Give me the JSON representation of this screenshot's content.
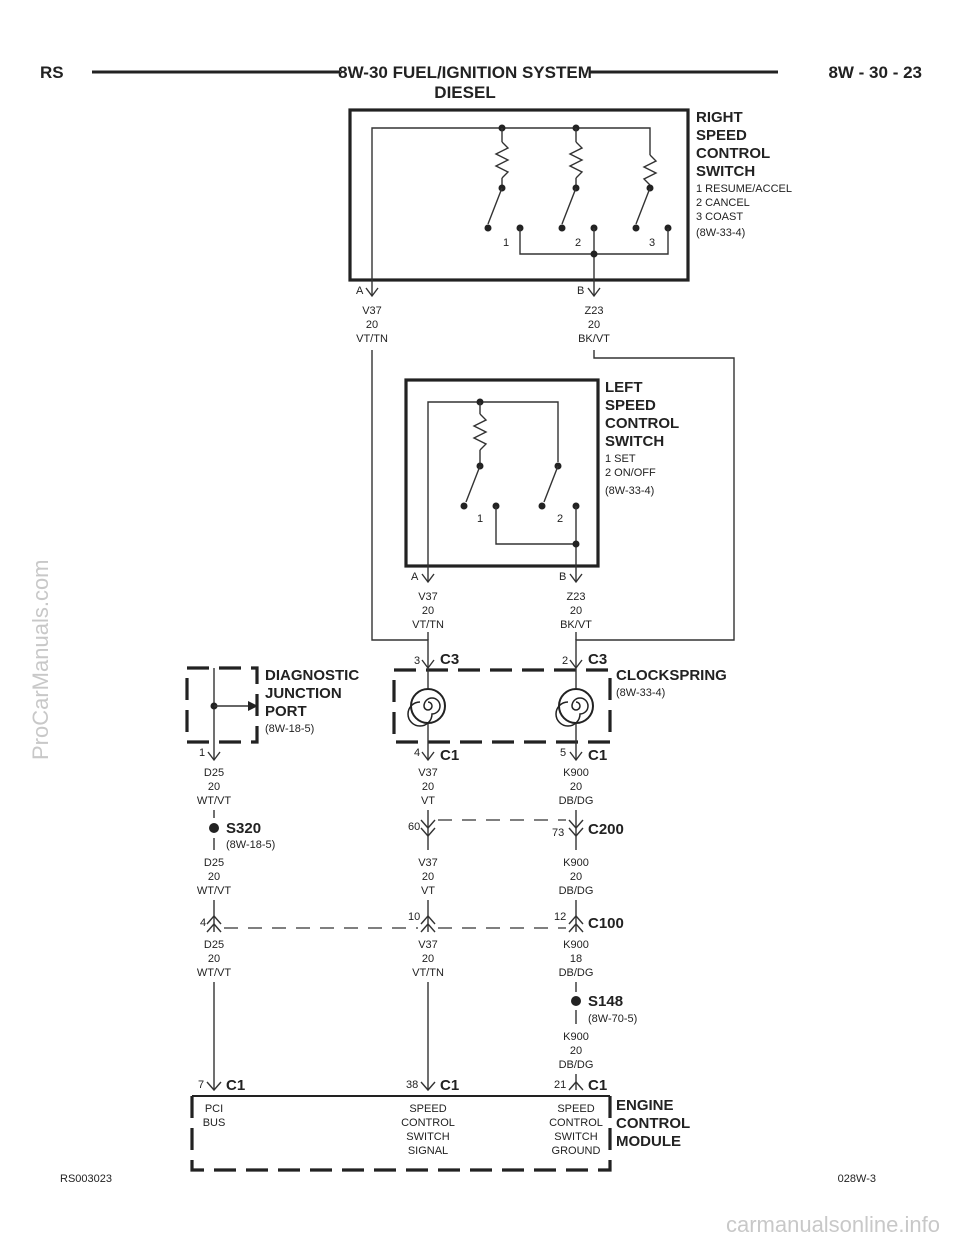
{
  "header": {
    "left": "RS",
    "title_line1": "8W-30 FUEL/IGNITION SYSTEM",
    "title_line2": "DIESEL",
    "right": "8W - 30 - 23"
  },
  "right_switch": {
    "name_lines": [
      "RIGHT",
      "SPEED",
      "CONTROL",
      "SWITCH"
    ],
    "positions": [
      "1 RESUME/ACCEL",
      "2 CANCEL",
      "3 COAST"
    ],
    "ref": "(8W-33-4)",
    "contact_labels": [
      "1",
      "2",
      "3"
    ],
    "pin_a": "A",
    "pin_b": "B",
    "wire_a": [
      "V37",
      "20",
      "VT/TN"
    ],
    "wire_b": [
      "Z23",
      "20",
      "BK/VT"
    ]
  },
  "left_switch": {
    "name_lines": [
      "LEFT",
      "SPEED",
      "CONTROL",
      "SWITCH"
    ],
    "positions": [
      "1 SET",
      "2 ON/OFF"
    ],
    "ref": "(8W-33-4)",
    "contact_labels": [
      "1",
      "2"
    ],
    "pin_a": "A",
    "pin_b": "B",
    "wire_a": [
      "V37",
      "20",
      "VT/TN"
    ],
    "wire_b": [
      "Z23",
      "20",
      "BK/VT"
    ]
  },
  "clockspring": {
    "name": "CLOCKSPRING",
    "ref": "(8W-33-4)",
    "top_left_pin": "3",
    "top_left_conn": "C3",
    "top_right_pin": "2",
    "top_right_conn": "C3",
    "bottom_left_pin": "4",
    "bottom_left_conn": "C1",
    "bottom_right_pin": "5",
    "bottom_right_conn": "C1"
  },
  "diag_port": {
    "name_lines": [
      "DIAGNOSTIC",
      "JUNCTION",
      "PORT"
    ],
    "ref": "(8W-18-5)",
    "pin": "1"
  },
  "wires": {
    "d25_a": [
      "D25",
      "20",
      "WT/VT"
    ],
    "d25_b": [
      "D25",
      "20",
      "WT/VT"
    ],
    "d25_c": [
      "D25",
      "20",
      "WT/VT"
    ],
    "v37_a": [
      "V37",
      "20",
      "VT"
    ],
    "v37_b": [
      "V37",
      "20",
      "VT"
    ],
    "v37_c": [
      "V37",
      "20",
      "VT/TN"
    ],
    "k900_a": [
      "K900",
      "20",
      "DB/DG"
    ],
    "k900_b": [
      "K900",
      "20",
      "DB/DG"
    ],
    "k900_c": [
      "K900",
      "18",
      "DB/DG"
    ],
    "k900_d": [
      "K900",
      "20",
      "DB/DG"
    ]
  },
  "splices": {
    "s320": "S320",
    "s320_ref": "(8W-18-5)",
    "s148": "S148",
    "s148_ref": "(8W-70-5)"
  },
  "connectors": {
    "c200": "C200",
    "c200_pin_left": "60",
    "c200_pin_right": "73",
    "c100": "C100",
    "c100_pin_left": "4",
    "c100_pin_mid": "10",
    "c100_pin_right": "12"
  },
  "ecm": {
    "name_lines": [
      "ENGINE",
      "CONTROL",
      "MODULE"
    ],
    "pin1": "7",
    "pin1_conn": "C1",
    "pin2": "38",
    "pin2_conn": "C1",
    "pin3": "21",
    "pin3_conn": "C1",
    "label1": [
      "PCI",
      "BUS"
    ],
    "label2": [
      "SPEED",
      "CONTROL",
      "SWITCH",
      "SIGNAL"
    ],
    "label3": [
      "SPEED",
      "CONTROL",
      "SWITCH",
      "GROUND"
    ]
  },
  "footer": {
    "left": "RS003023",
    "right": "028W-3"
  },
  "watermarks": {
    "side": "ProCarManuals.com",
    "bottom": "carmanualsonline.info"
  }
}
